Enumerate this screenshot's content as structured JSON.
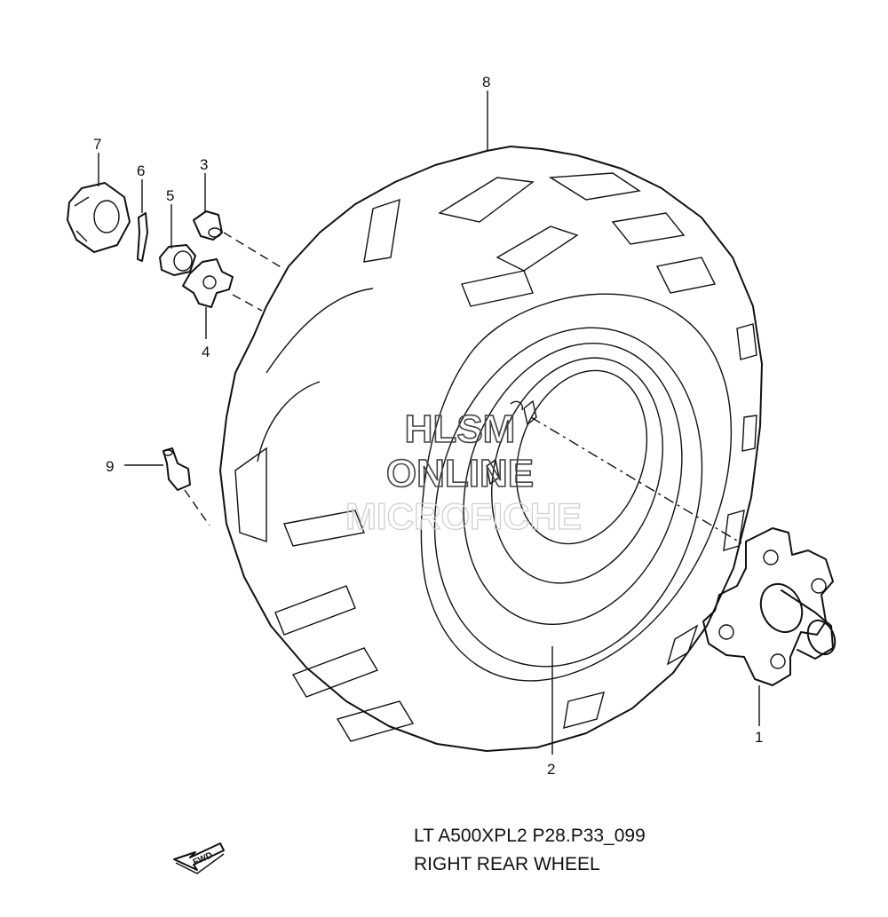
{
  "diagram": {
    "watermark": {
      "line1": "HLSM",
      "line2": "ONLINE",
      "line3": "MICROFICHE"
    },
    "callouts": [
      "1",
      "2",
      "3",
      "4",
      "5",
      "6",
      "7",
      "8",
      "9"
    ],
    "direction_label": "FWD",
    "caption": {
      "code": "LT A500XPL2 P28.P33_099",
      "title": "RIGHT REAR WHEEL"
    }
  }
}
